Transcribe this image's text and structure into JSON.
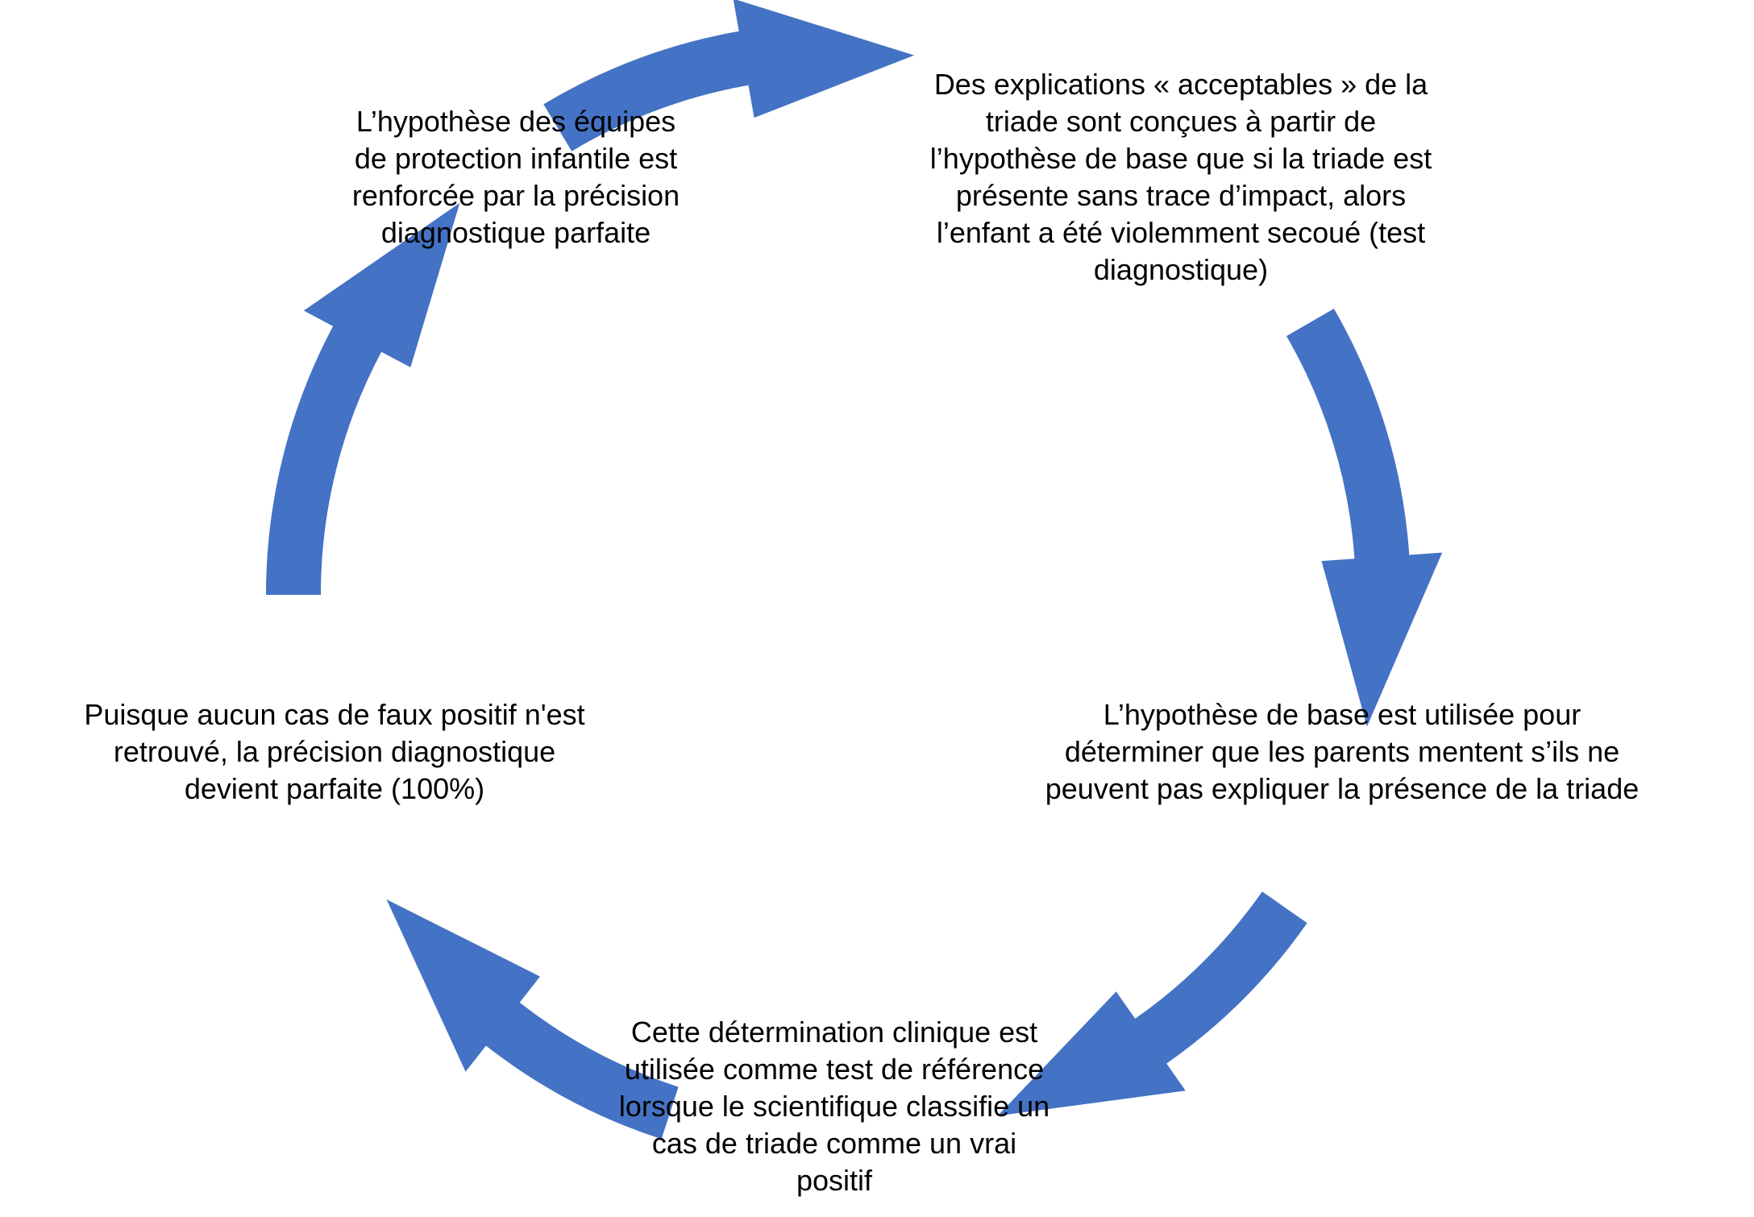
{
  "diagram": {
    "arrow_color": "#4472C4",
    "nodes": [
      {
        "id": "node-1",
        "text": "L’hypothèse des équipes\nde protection infantile est\nrenforcée par la précision\ndiagnostique parfaite"
      },
      {
        "id": "node-2",
        "text": "Des explications « acceptables » de la\ntriade sont conçues à partir de\nl’hypothèse de base que si la triade est\nprésente sans trace d’impact, alors\nl’enfant a été violemment secoué (test\ndiagnostique)"
      },
      {
        "id": "node-3",
        "text": "L’hypothèse de base est utilisée pour\ndéterminer que les parents mentent s’ils ne\npeuvent pas expliquer la présence de la triade"
      },
      {
        "id": "node-4",
        "text": "Cette détermination clinique est\nutilisée comme test de référence\nlorsque le scientifique classifie un\ncas de triade comme un vrai\npositif"
      },
      {
        "id": "node-5",
        "text": "Puisque aucun cas de faux positif n'est\nretrouvé, la précision diagnostique\ndevient parfaite (100%)"
      }
    ]
  }
}
